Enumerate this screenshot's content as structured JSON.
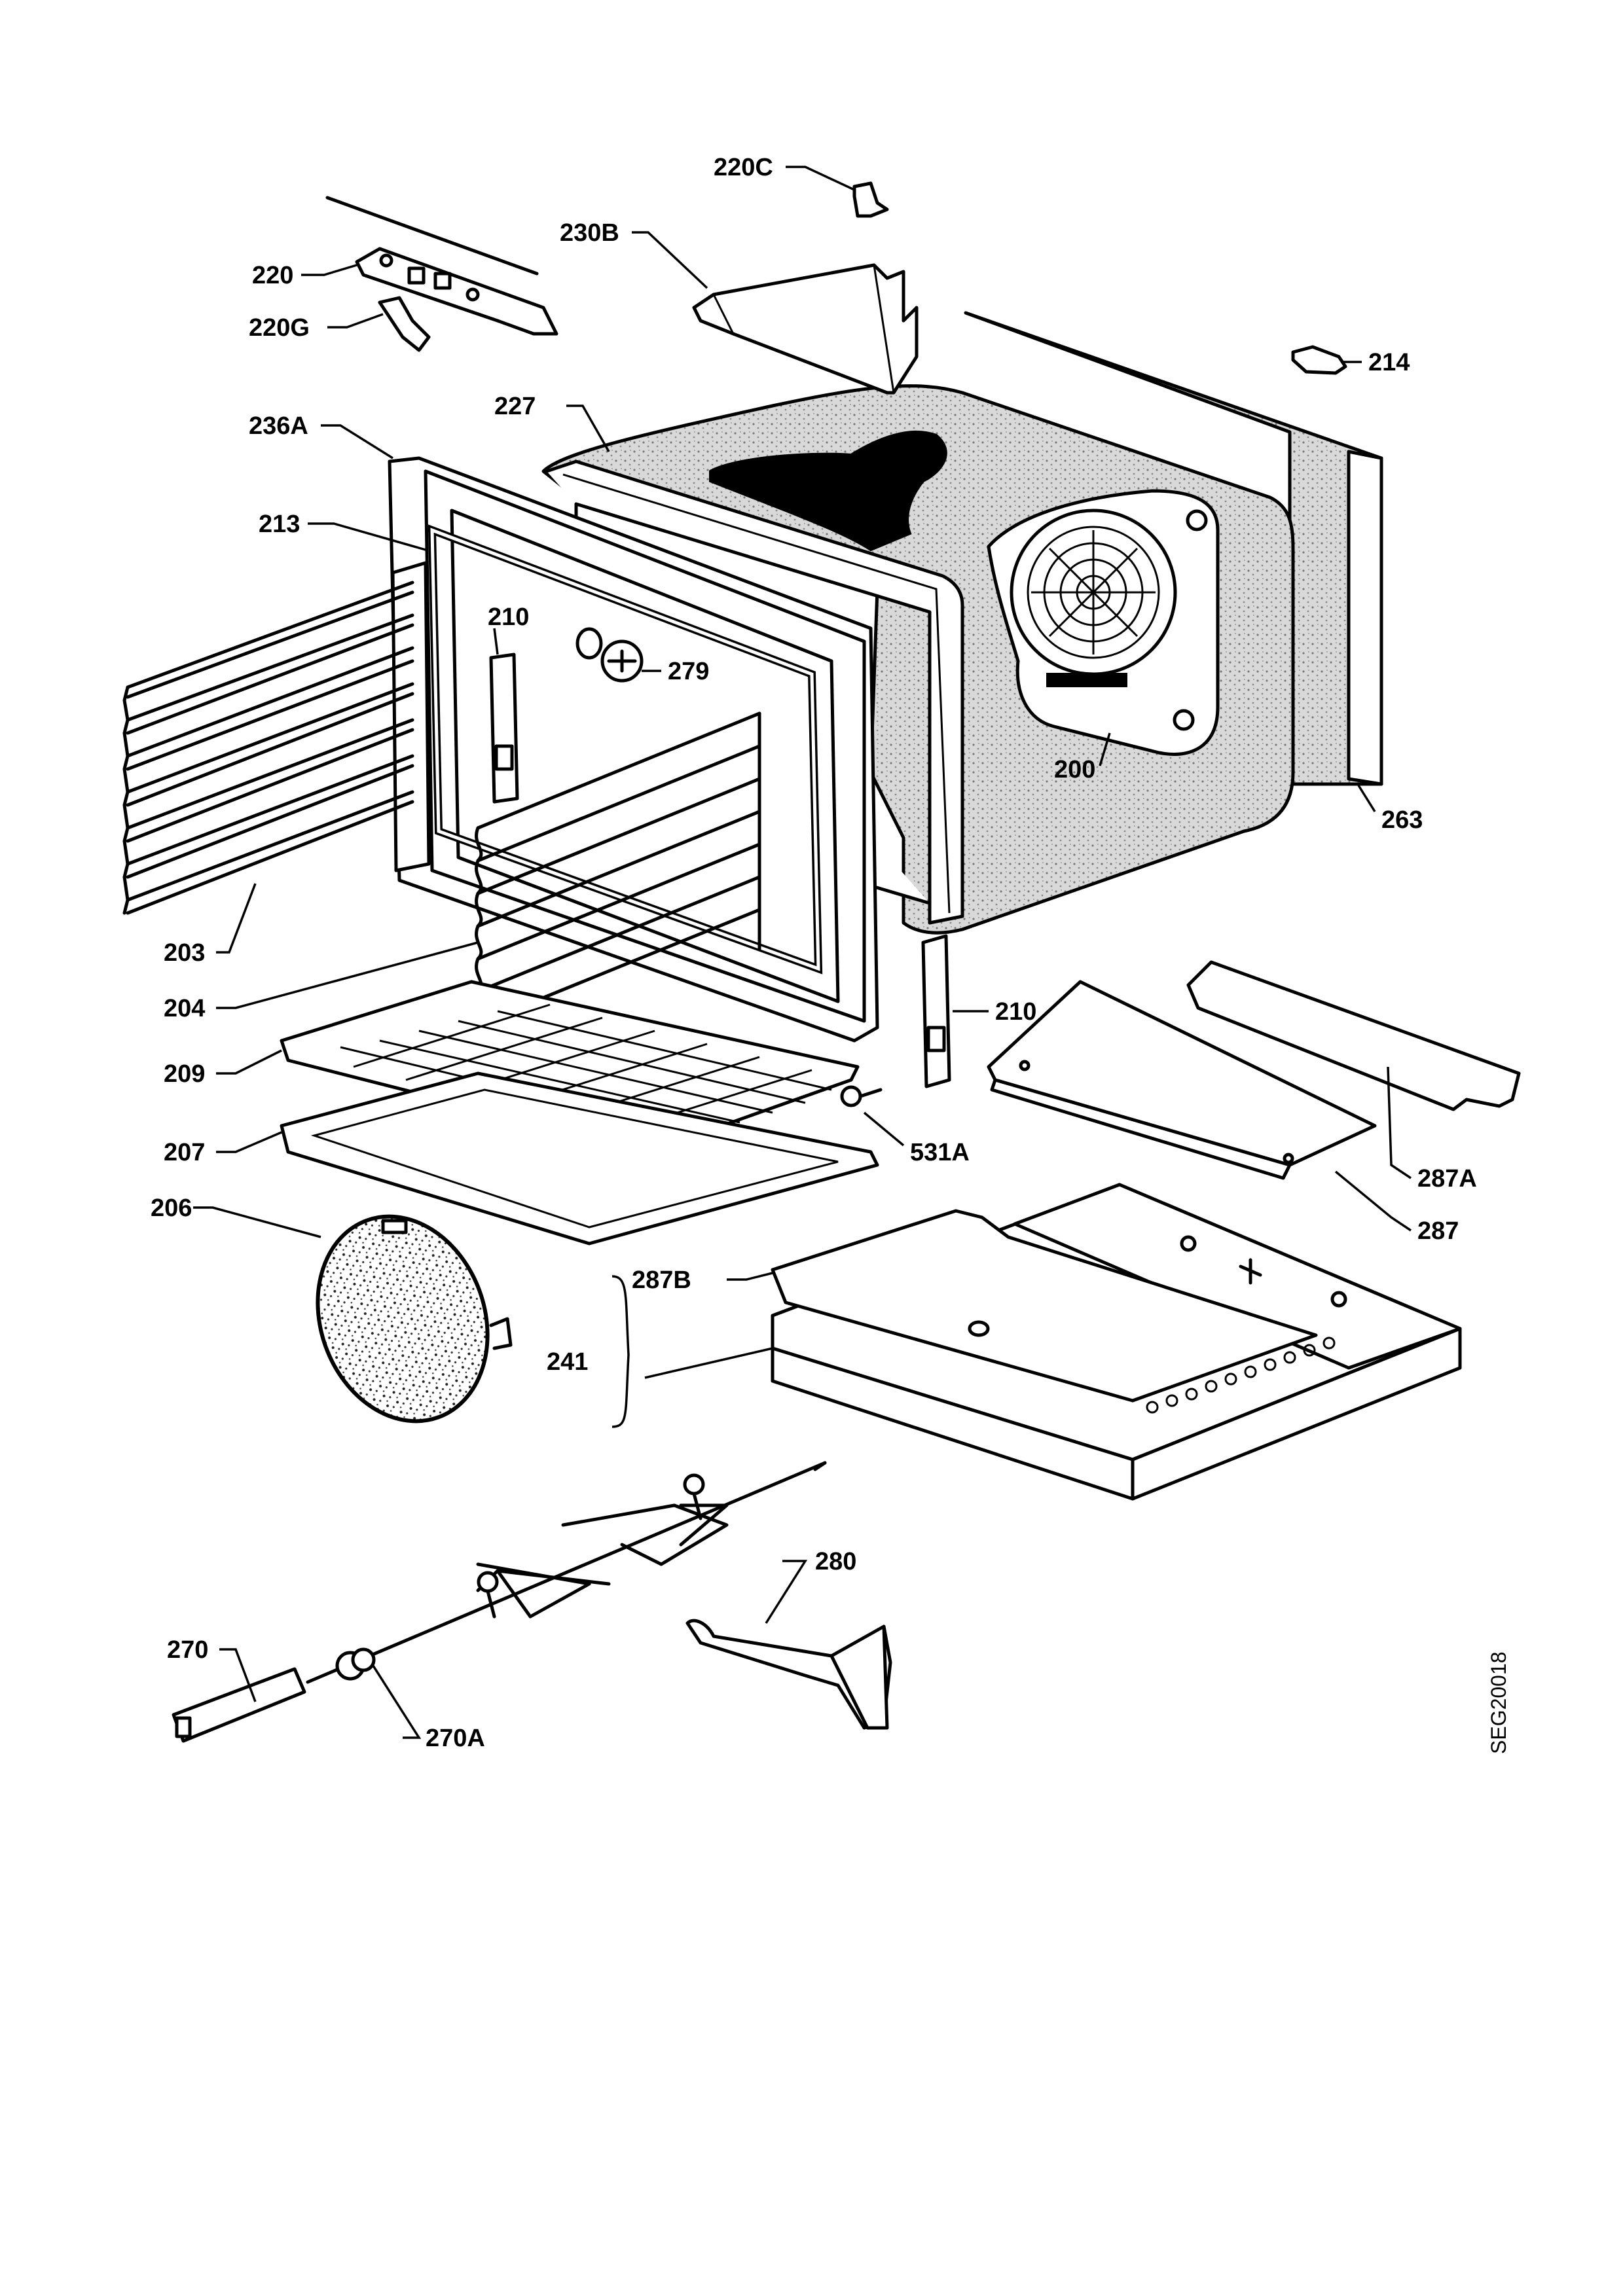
{
  "diagram": {
    "drawing_code": "SEG20018",
    "labels": {
      "l220c": "220C",
      "l230b": "230B",
      "l220": "220",
      "l220g": "220G",
      "l214": "214",
      "l227": "227",
      "l236a": "236A",
      "l213": "213",
      "l210a": "210",
      "l279": "279",
      "l200": "200",
      "l263": "263",
      "l203": "203",
      "l204": "204",
      "l210b": "210",
      "l209": "209",
      "l207": "207",
      "l531a": "531A",
      "l287a": "287A",
      "l287": "287",
      "l206": "206",
      "l287b": "287B",
      "l241": "241",
      "l280": "280",
      "l270": "270",
      "l270a": "270A"
    }
  }
}
